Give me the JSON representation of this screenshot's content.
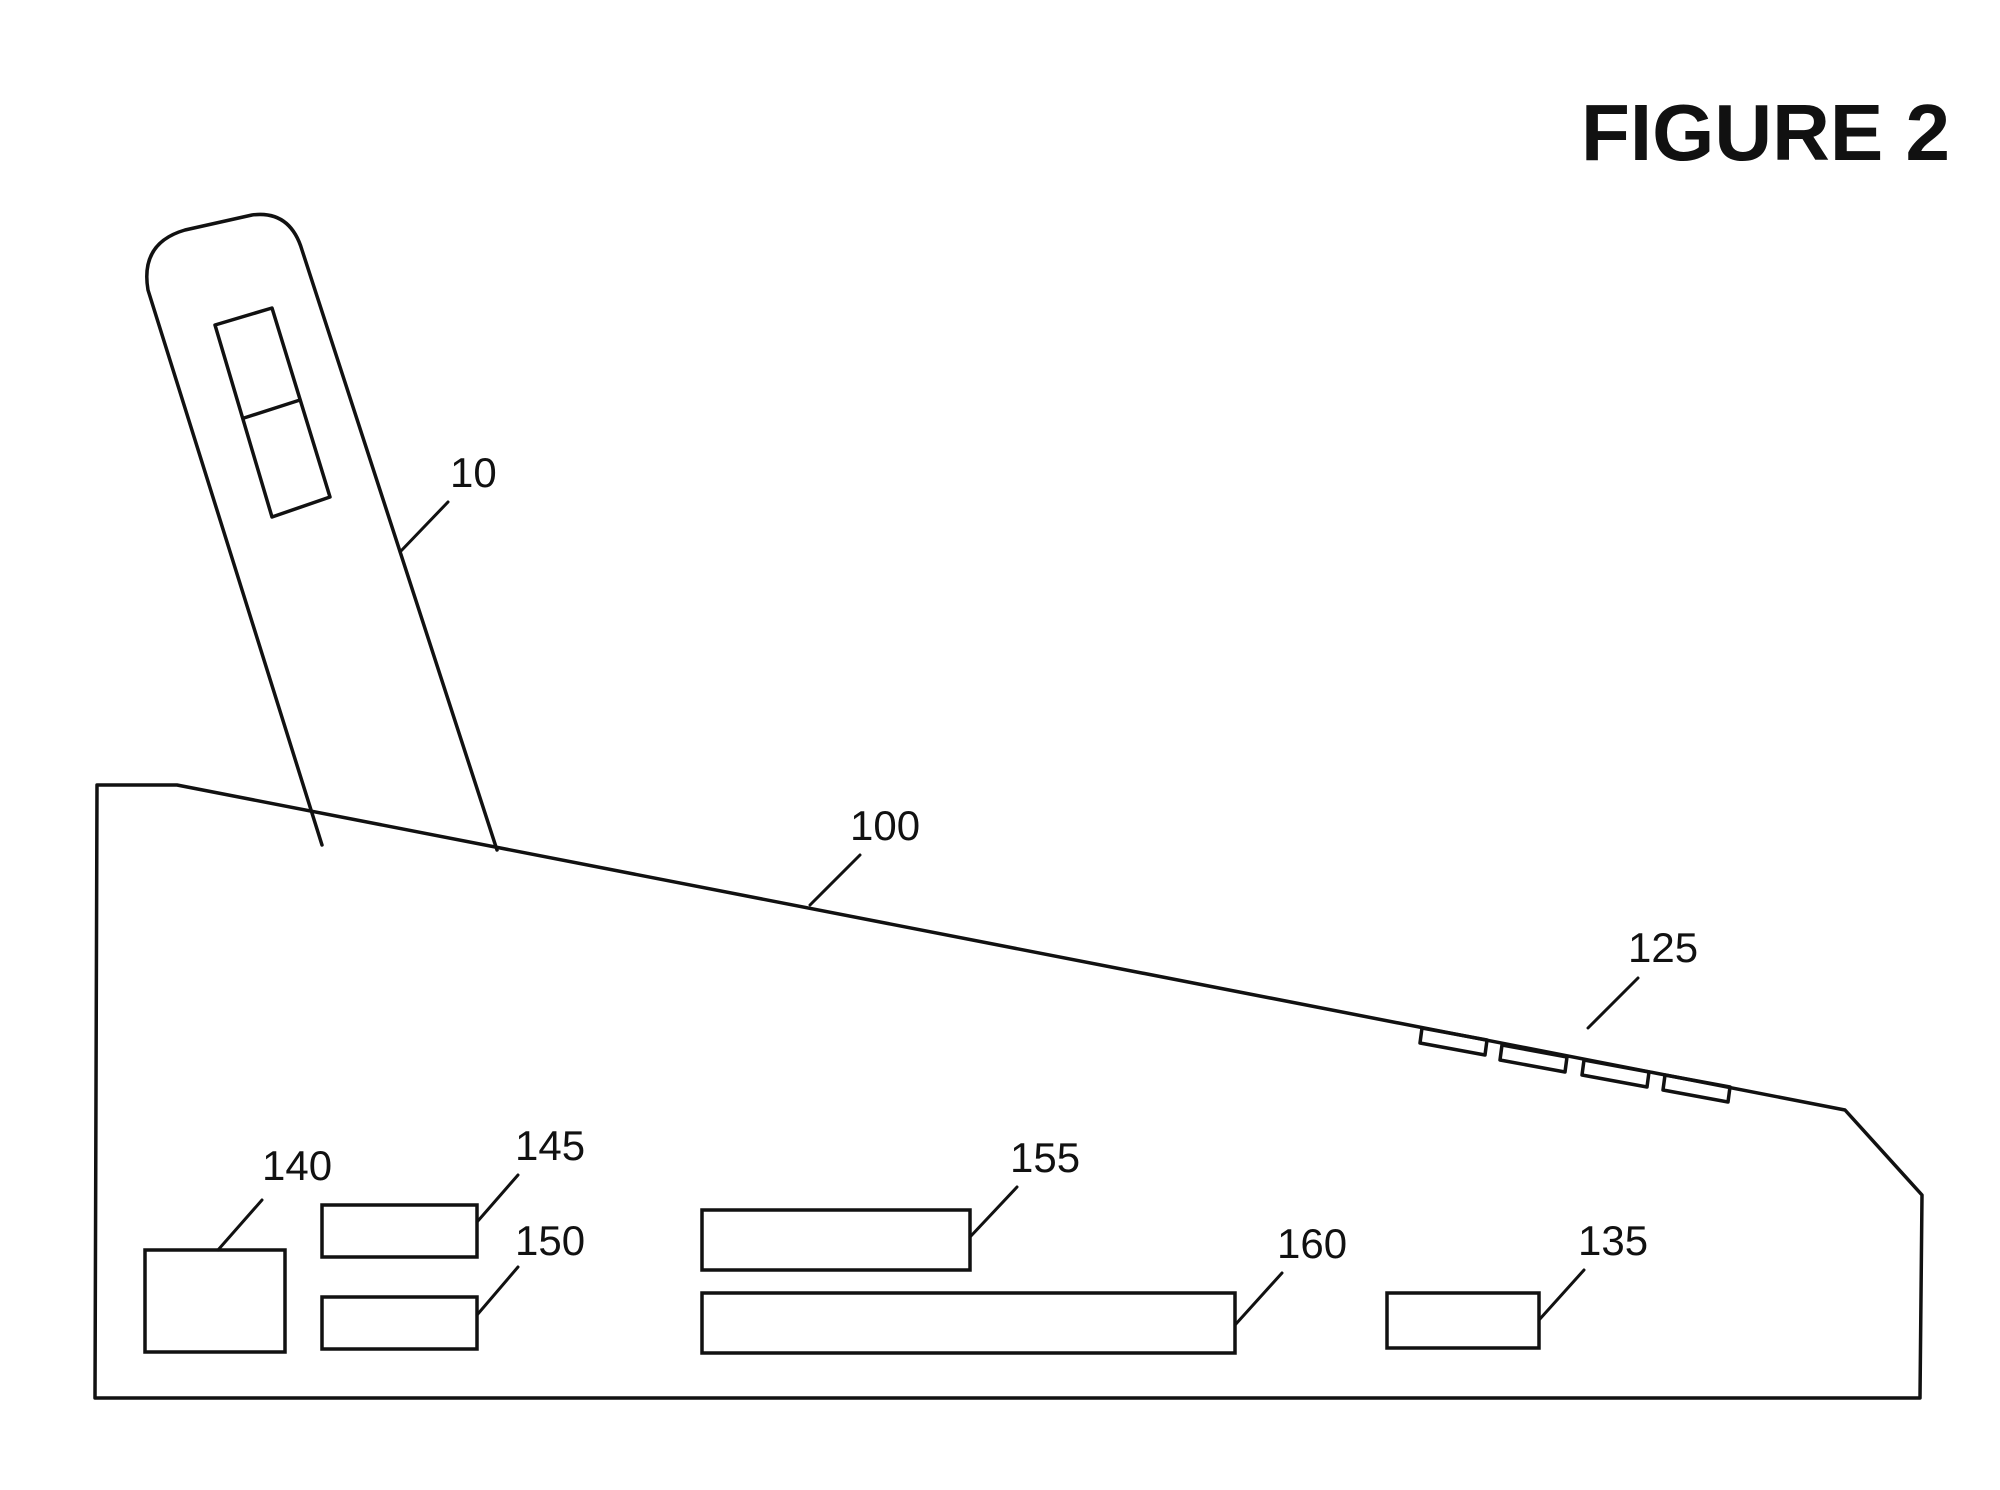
{
  "figure": {
    "title": "FIGURE 2"
  },
  "labels": {
    "l10": "10",
    "l100": "100",
    "l125": "125",
    "l135": "135",
    "l140": "140",
    "l145": "145",
    "l150": "150",
    "l155": "155",
    "l160": "160"
  },
  "colors": {
    "stroke": "#111111",
    "background": "#ffffff"
  }
}
